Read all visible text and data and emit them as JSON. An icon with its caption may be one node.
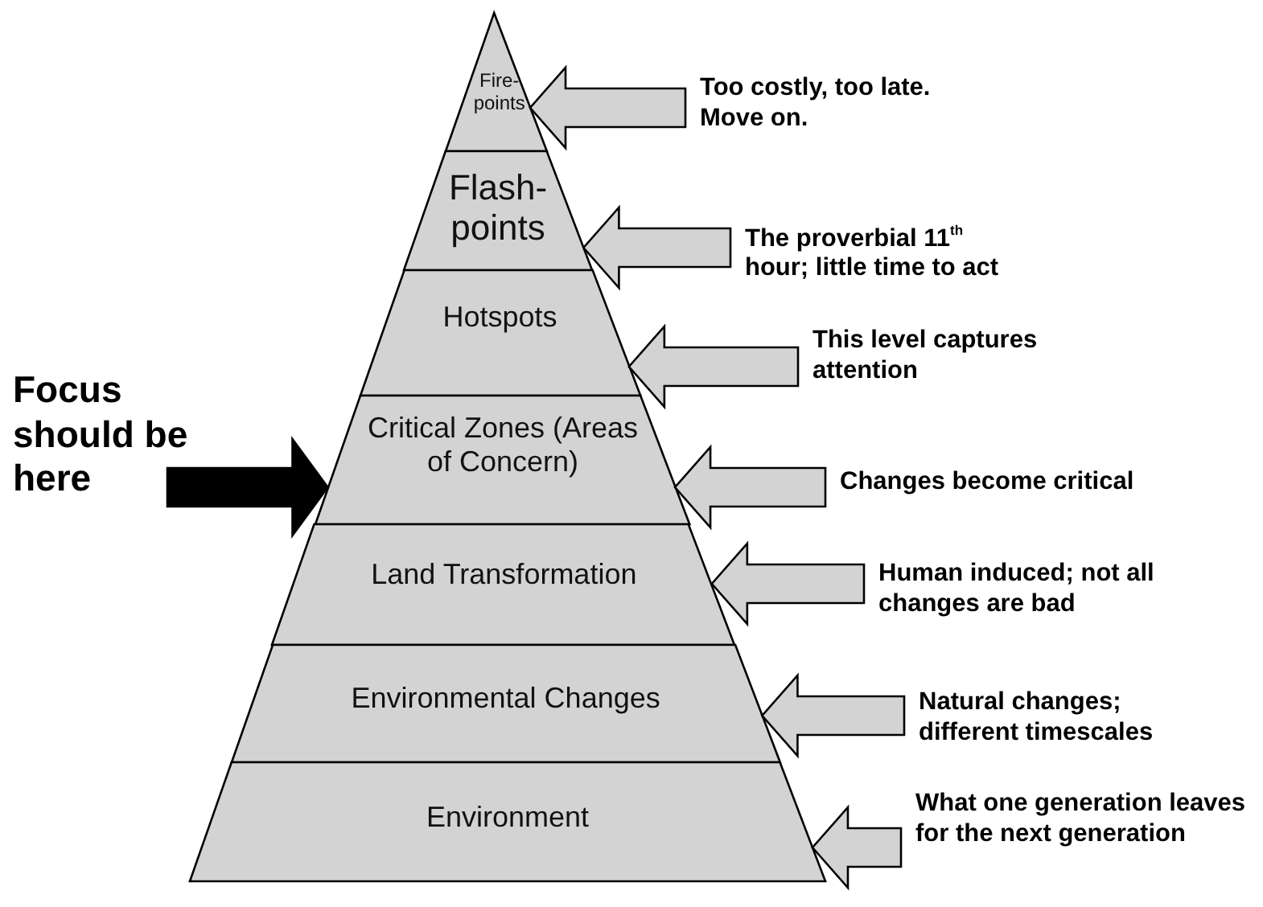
{
  "diagram": {
    "nodes": [
      {
        "text": [
          "Fire- points"
        ]
      },
      {
        "text": [
          "Flash- points"
        ]
      },
      {
        "text": [
          "Hotspots"
        ]
      },
      {
        "text": [
          "Critical Zones (Areas of Concern)"
        ]
      },
      {
        "text": [
          "Land Transformation"
        ]
      },
      {
        "text": [
          "Environmental Changes"
        ]
      },
      {
        "text": [
          "Environment"
        ]
      },
      {
        "text": [
          "Too costly, too late. Move on."
        ]
      },
      {
        "text": [
          "The proverbial 11$^{th}$ hour; little time to act"
        ]
      },
      {
        "text": [
          "This level captures attention"
        ]
      },
      {
        "text": [
          "Changes become critical"
        ]
      },
      {
        "text": [
          "Human induced; not all changes are bad"
        ]
      },
      {
        "text": [
          "Natural changes; different timescales"
        ]
      },
      {
        "text": [
          "What one generation leaves for the next generation"
        ]
      },
      {
        "text": [
          "Focus should be here"
        ]
      }
    ],
    "edges": [
      {
        "from": 7,
        "to": 0,
        "arrow": "to"
      },
      {
        "from": 8,
        "to": 1,
        "arrow": "to"
      },
      {
        "from": 9,
        "to": 2,
        "arrow": "to"
      },
      {
        "from": 10,
        "to": 3,
        "arrow": "to"
      },
      {
        "from": 11,
        "to": 4,
        "arrow": "to"
      },
      {
        "from": 12,
        "to": 5,
        "arrow": "to"
      },
      {
        "from": 13,
        "to": 6,
        "arrow": "to"
      },
      {
        "from": 14,
        "to": 3,
        "arrow": "to",
        "style": "thick",
        "color": "#000000"
      }
    ]
  }
}
